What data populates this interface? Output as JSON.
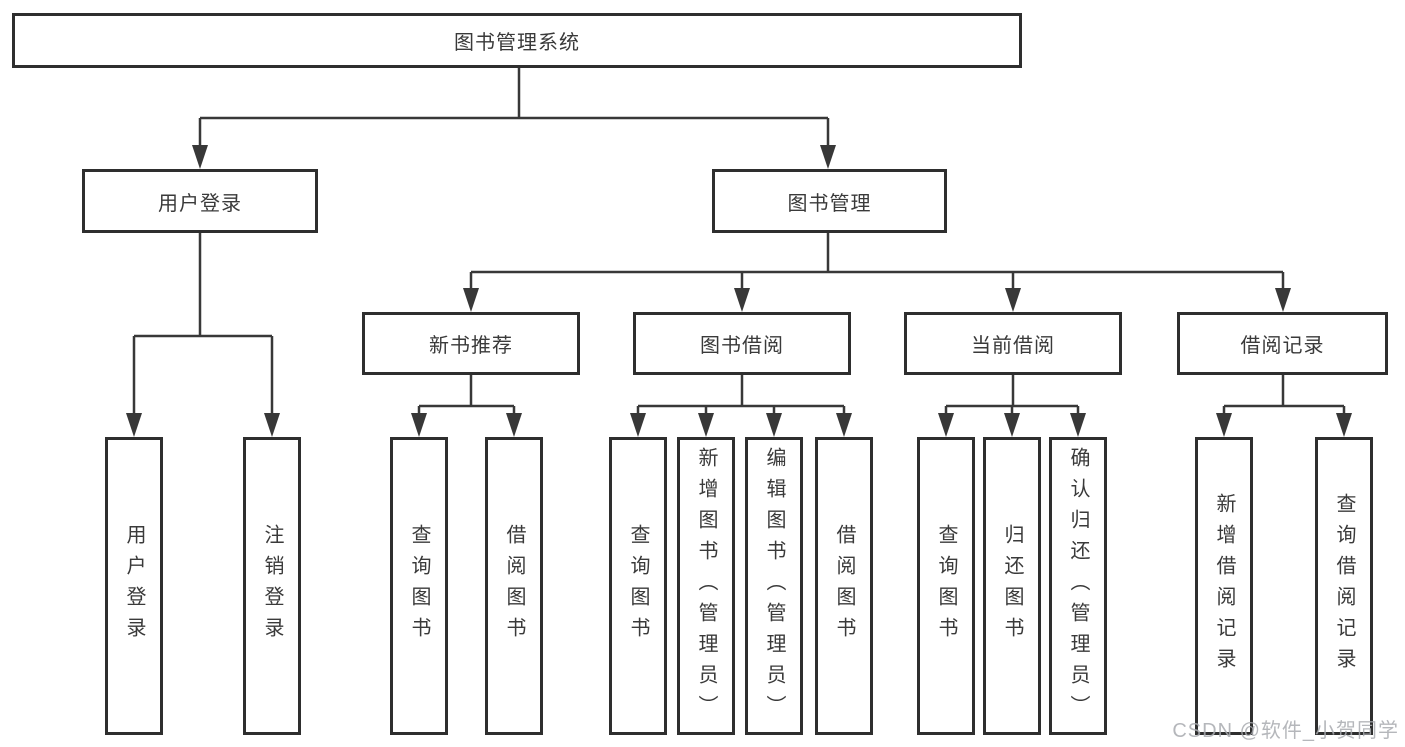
{
  "root": {
    "label": "图书管理系统"
  },
  "level2": {
    "user_login": "用户登录",
    "book_management": "图书管理"
  },
  "level3": {
    "new_book_recommend": "新书推荐",
    "book_borrow": "图书借阅",
    "current_borrow": "当前借阅",
    "borrow_records": "借阅记录"
  },
  "leaves": {
    "user_login": [
      "用户登录",
      "注销登录"
    ],
    "new_book_recommend": [
      "查询图书",
      "借阅图书"
    ],
    "book_borrow": [
      "查询图书",
      "新增图书（管理员）",
      "编辑图书（管理员）",
      "借阅图书"
    ],
    "current_borrow": [
      "查询图书",
      "归还图书",
      "确认归还（管理员）"
    ],
    "borrow_records": [
      "新增借阅记录",
      "查询借阅记录"
    ]
  },
  "watermark": "CSDN @软件_小贺同学",
  "colors": {
    "line": "#383838",
    "box_border": "#2e2e2e",
    "text": "#3a3a3a",
    "watermark": "#a9abb0",
    "background": "#ffffff"
  }
}
